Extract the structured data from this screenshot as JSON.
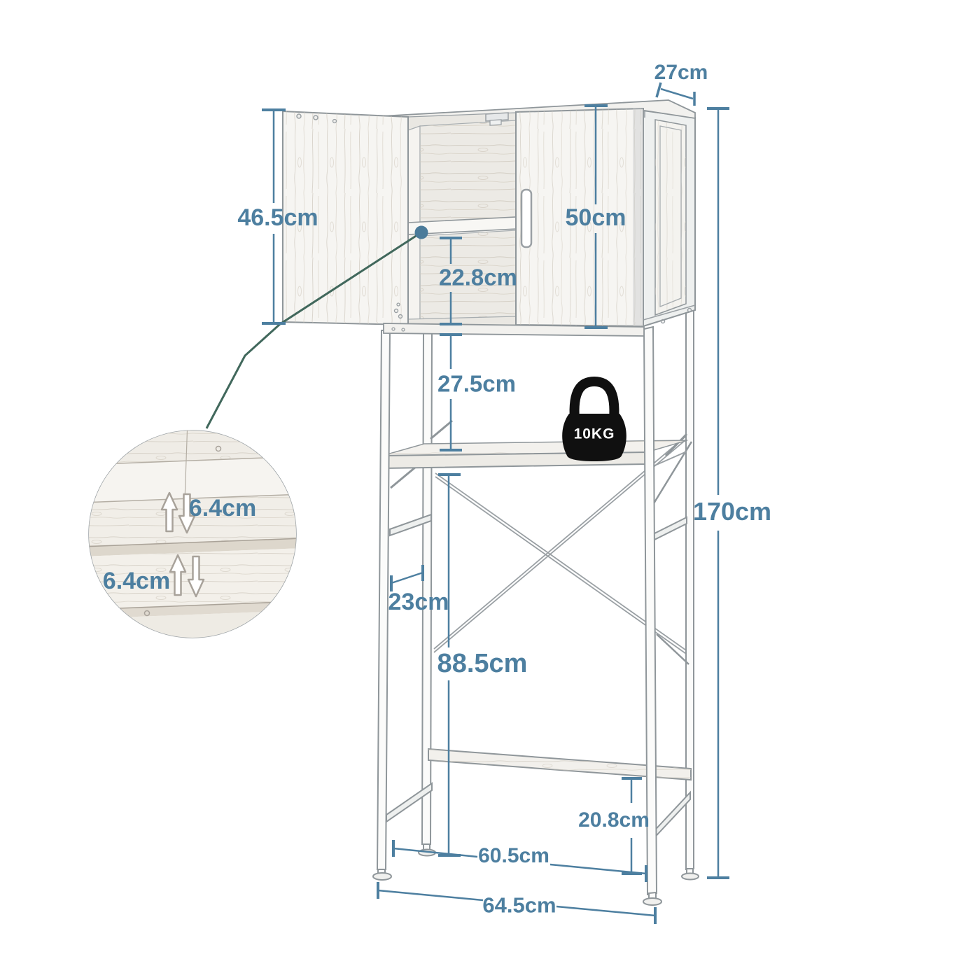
{
  "dimensions": {
    "top_depth": "27cm",
    "door_height": "46.5cm",
    "cabinet_height": "50cm",
    "lower_compartment_height": "22.8cm",
    "shelf_to_cabinet_gap": "27.5cm",
    "total_height": "170cm",
    "frame_depth": "23cm",
    "floor_to_shelf": "88.5cm",
    "rear_bar_height": "20.8cm",
    "inner_width": "60.5cm",
    "outer_width": "64.5cm"
  },
  "detail_view": {
    "upper_adjustment": "6.4cm",
    "lower_adjustment": "6.4cm"
  },
  "load_badge": {
    "label": "10KG"
  },
  "colors": {
    "dimension_accent": "#4d7fa0",
    "leader_line": "#41685c",
    "line_art": "#8f969a",
    "kettlebell": "#101010"
  },
  "icons": [
    {
      "name": "kettlebell-weight-icon",
      "meaning": "maximum shelf load"
    },
    {
      "name": "height-adjust-arrows-icon",
      "meaning": "adjustable plank height"
    }
  ]
}
